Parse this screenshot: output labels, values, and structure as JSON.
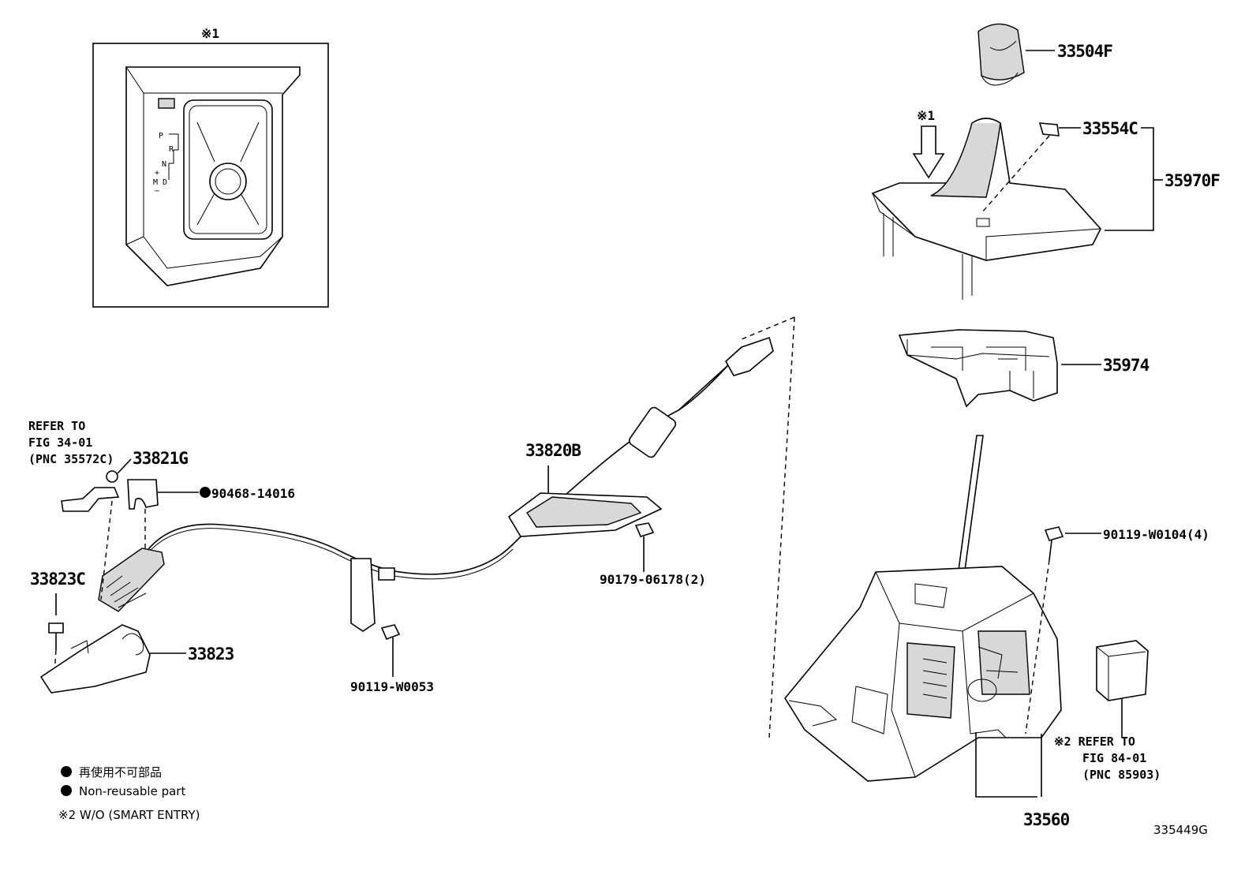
{
  "diagram": {
    "inset": {
      "note": "※1",
      "gate_labels": [
        "P",
        "R",
        "N",
        "D",
        "M",
        "+",
        "−"
      ]
    },
    "parts": {
      "knob": "33504F",
      "note_mark": "※1",
      "clip": "33554C",
      "boot_assy": "35970F",
      "housing_cover": "35974",
      "cable": "33820B",
      "clip_lower": "33821G",
      "bracket_end": "33823C",
      "bracket": "33823",
      "retainer": "90468-14016",
      "nut": "90179-06178(2)",
      "bolt_small": "90119-W0053",
      "bolt_lever": "90119-W0104(4)",
      "lever_assy": "33560"
    },
    "refs": {
      "left": [
        "REFER TO",
        "FIG 34-01",
        "(PNC 35572C)"
      ],
      "right": [
        "※2 REFER TO",
        "FIG 84-01",
        "(PNC 85903)"
      ]
    },
    "legend": {
      "line1": "再使用不可部品",
      "line2": "Non-reusable part",
      "line3": "※2 W/O (SMART ENTRY)"
    },
    "figure_code": "335449G"
  }
}
